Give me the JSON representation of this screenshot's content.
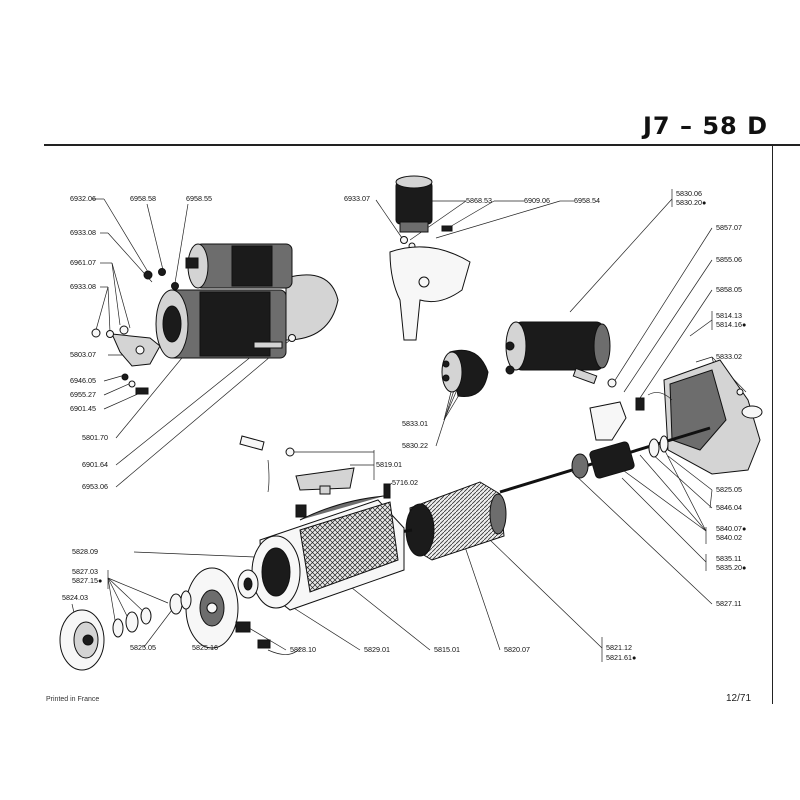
{
  "header": {
    "title": "J7 – 58 D"
  },
  "footer": {
    "printed": "Printed in France",
    "page": "12/71"
  },
  "labels": {
    "l6932_06": "6932.06",
    "l6958_58": "6958.58",
    "l6958_55": "6958.55",
    "l6933_08a": "6933.08",
    "l6961_07": "6961.07",
    "l6933_08b": "6933.08",
    "l5803_07": "5803.07",
    "l6946_05": "6946.05",
    "l6955_27": "6955.27",
    "l6901_45": "6901.45",
    "l5801_70": "5801.70",
    "l6901_64": "6901.64",
    "l6953_06": "6953.06",
    "l6933_07": "6933.07",
    "l5868_53": "5868.53",
    "l6909_06": "6909.06",
    "l6958_54": "6958.54",
    "l5830_06": "5830.06",
    "l5830_20": "5830.20●",
    "l5857_07": "5857.07",
    "l5855_06": "5855.06",
    "l5858_05": "5858.05",
    "l5814_13": "5814.13",
    "l5814_16": "5814.16●",
    "l5833_02": "5833.02",
    "l5833_01": "5833.01",
    "l5830_22": "5830.22",
    "l5819_01": "5819.01",
    "l5716_02": "5716.02",
    "l5825_05r": "5825.05",
    "l5846_04": "5846.04",
    "l5840_07": "5840.07●",
    "l5840_02": "5840.02",
    "l5835_11": "5835.11",
    "l5835_20": "5835.20●",
    "l5827_11": "5827.11",
    "l5828_09": "5828.09",
    "l5827_03": "5827.03",
    "l5827_15": "5827.15●",
    "l5824_03": "5824.03",
    "l5825_05l": "5825.05",
    "l5825_16": "5825.16",
    "l5828_10": "5828.10",
    "l5829_01": "5829.01",
    "l5815_01": "5815.01",
    "l5820_07": "5820.07",
    "l5821_12": "5821.12",
    "l5821_61": "5821.61●"
  }
}
